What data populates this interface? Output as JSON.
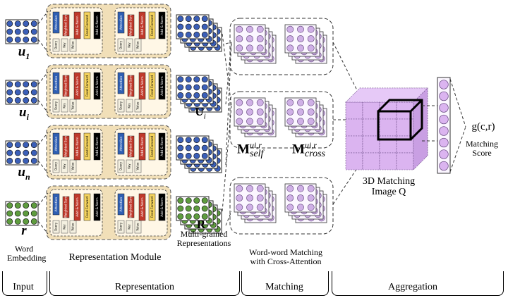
{
  "rows": [
    {
      "base": "u",
      "sub": "1"
    },
    {
      "base": "u",
      "sub": "i"
    },
    {
      "base": "u",
      "sub": "n"
    },
    {
      "base": "r",
      "sub": ""
    }
  ],
  "input_caption": "Word\nEmbedding",
  "repr_module_caption": "Representation Module",
  "U_label": "U",
  "U_sub": "i",
  "R_label": "R",
  "R_caption": "Multi-grained\nRepresentations",
  "M_self_label": "M",
  "M_self_sup": "ui,r",
  "M_self_sub": "self",
  "M_cross_label": "M",
  "M_cross_sup": "ui,r",
  "M_cross_sub": "cross",
  "matching_caption": "Word-word Matching\nwith Cross-Attention",
  "image_q_caption": "3D Matching\nImage Q",
  "score_fn": "g(c,r)",
  "score_caption": "Matching\nScore",
  "block_labels": {
    "attention": "Attention",
    "add_norm_1": "Add & Norm",
    "feed_forward": "Feed Forward",
    "add_norm_2": "Add & Norm",
    "query": "Query",
    "key": "Key",
    "value": "Value",
    "weighted_sum": "Weighted Sum"
  },
  "sections": [
    {
      "id": "input",
      "label": "Input"
    },
    {
      "id": "representation",
      "label": "Representation"
    },
    {
      "id": "matching",
      "label": "Matching"
    },
    {
      "id": "aggregation",
      "label": "Aggregation"
    }
  ],
  "colors": {
    "embed_blue": "#3b5fb8",
    "embed_green": "#5e9c3e",
    "tan_panel": "#f1dfb8",
    "attention": "#2f5fb3",
    "add_norm": "#c0392b",
    "feed_forward": "#f4d35e",
    "weighted_sum": "#c0392b",
    "matching_purple": "#cfb0e6",
    "cube_purple": "#dbb4f0"
  }
}
